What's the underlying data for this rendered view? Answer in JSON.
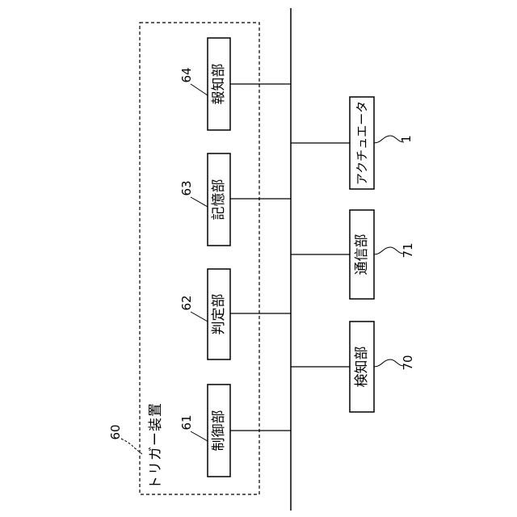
{
  "device": {
    "label": "トリガー装置",
    "ref": "60"
  },
  "units": {
    "control": {
      "label": "制御部",
      "ref": "61"
    },
    "judge": {
      "label": "判定部",
      "ref": "62"
    },
    "storage": {
      "label": "記憶部",
      "ref": "63"
    },
    "notify": {
      "label": "報知部",
      "ref": "64"
    },
    "actuator": {
      "label": "アクチュエータ",
      "ref": "1"
    },
    "comm": {
      "label": "通信部",
      "ref": "71"
    },
    "detect": {
      "label": "検知部",
      "ref": "70"
    }
  }
}
